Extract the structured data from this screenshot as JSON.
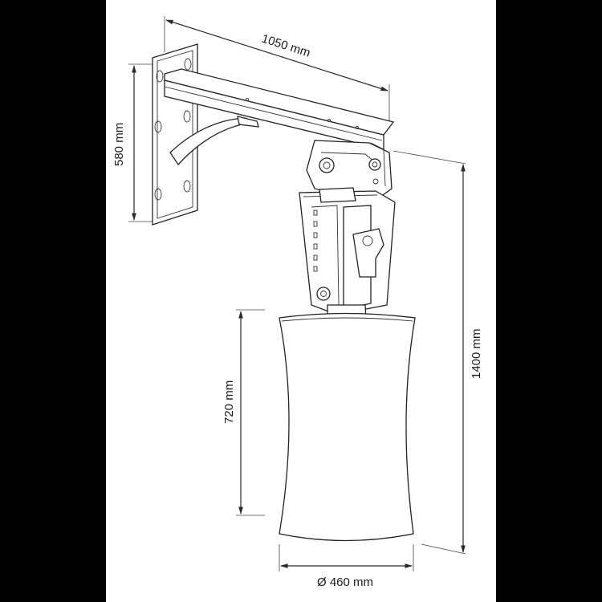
{
  "dimensions": {
    "arm_length": "1050 mm",
    "bracket_height": "580 mm",
    "speaker_height": "720 mm",
    "total_height": "1400 mm",
    "speaker_diameter": "Ø 460 mm"
  },
  "colors": {
    "background": "#000000",
    "sheet": "#ffffff",
    "line": "#222222"
  }
}
